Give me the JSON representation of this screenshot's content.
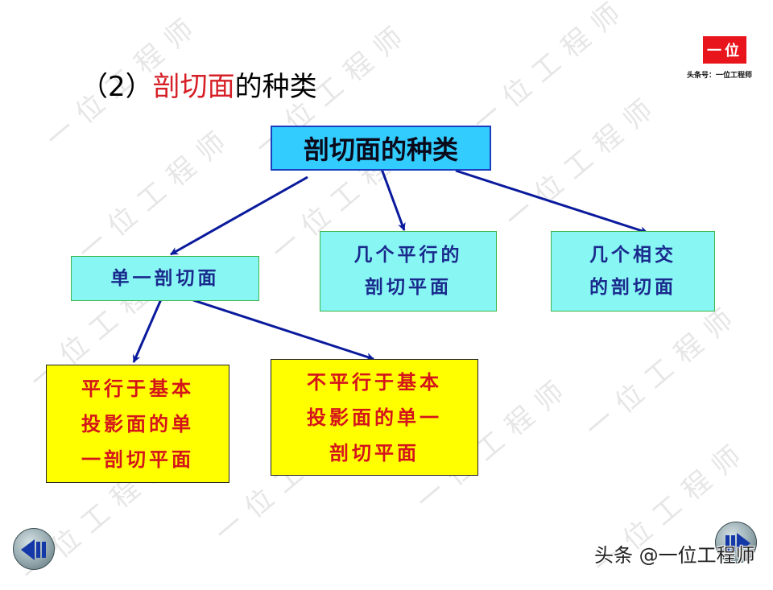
{
  "slide": {
    "title": {
      "prefix": "（2）",
      "highlight": "剖切面",
      "suffix": "的种类",
      "highlight_color": "#d61f26"
    },
    "logo": {
      "text": "一位",
      "caption": "头条号：一位工程师",
      "bg_color": "#e8161c"
    },
    "watermark_text": "一位工程师",
    "diagram": {
      "root": {
        "label": "剖切面的种类",
        "fill": "#33ccff"
      },
      "level1": [
        {
          "label_lines": [
            "单一剖切面"
          ],
          "fill": "#88f7f4"
        },
        {
          "label_lines": [
            "几个平行的",
            "剖切平面"
          ],
          "fill": "#88f7f4"
        },
        {
          "label_lines": [
            "几个相交",
            "的剖切面"
          ],
          "fill": "#88f7f4"
        }
      ],
      "level2": [
        {
          "label_lines": [
            "平行于基本",
            "投影面的单",
            "一剖切平面"
          ],
          "fill": "#ffff00",
          "text_color": "#d4141b"
        },
        {
          "label_lines": [
            "不平行于基本",
            "投影面的单一",
            "剖切平面"
          ],
          "fill": "#ffff00",
          "text_color": "#d4141b"
        }
      ],
      "arrow_color": "#0a1a9c"
    },
    "nav": {
      "prev_icon": "previous-slide-icon",
      "next_icon": "next-slide-icon"
    },
    "footer_credit": "头条 @一位工程师"
  }
}
